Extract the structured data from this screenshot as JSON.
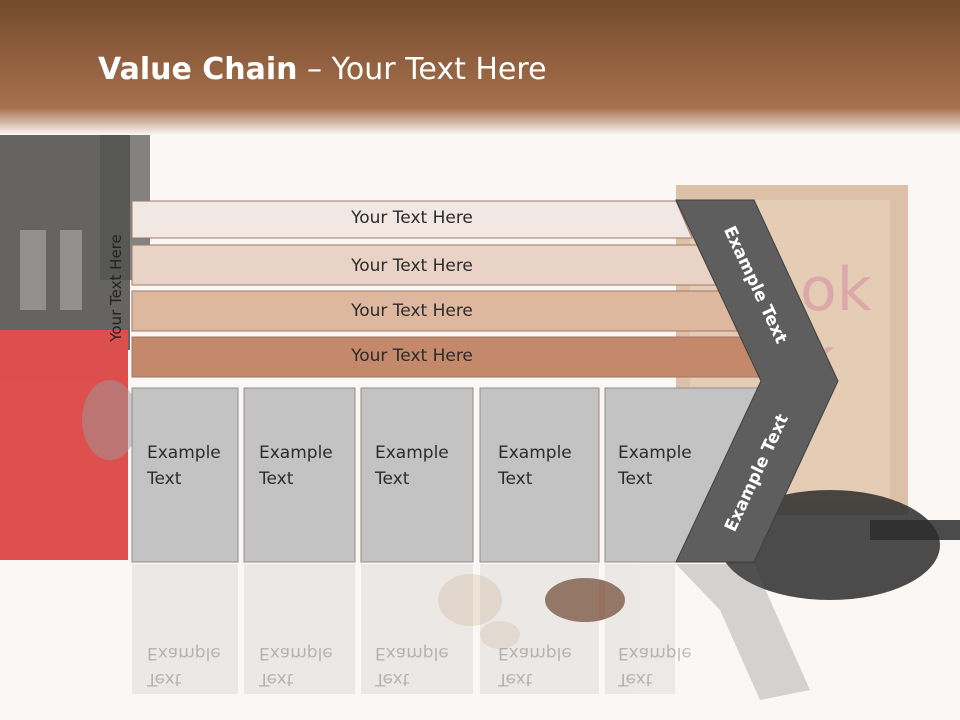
{
  "title": {
    "bold": "Value Chain",
    "rest": " – Your Text Here"
  },
  "side_label": "Your Text Here",
  "bars": [
    {
      "label": "Your Text Here"
    },
    {
      "label": "Your Text Here"
    },
    {
      "label": "Your Text Here"
    },
    {
      "label": "Your Text Here"
    }
  ],
  "boxes": [
    {
      "line1": "Example",
      "line2": "Text"
    },
    {
      "line1": "Example",
      "line2": "Text"
    },
    {
      "line1": "Example",
      "line2": "Text"
    },
    {
      "line1": "Example",
      "line2": "Text"
    },
    {
      "line1": "Example",
      "line2": "Text"
    }
  ],
  "chevron": {
    "upper": "Example Text",
    "lower": "Example Text"
  },
  "colors": {
    "header": "#8a5a3c",
    "bar1": "#f1e7e3",
    "bar2": "#e8d3c6",
    "bar3": "#ddb89f",
    "bar4": "#c4896a",
    "box": "#c3c3c3",
    "chevron": "#5e5e5e"
  }
}
